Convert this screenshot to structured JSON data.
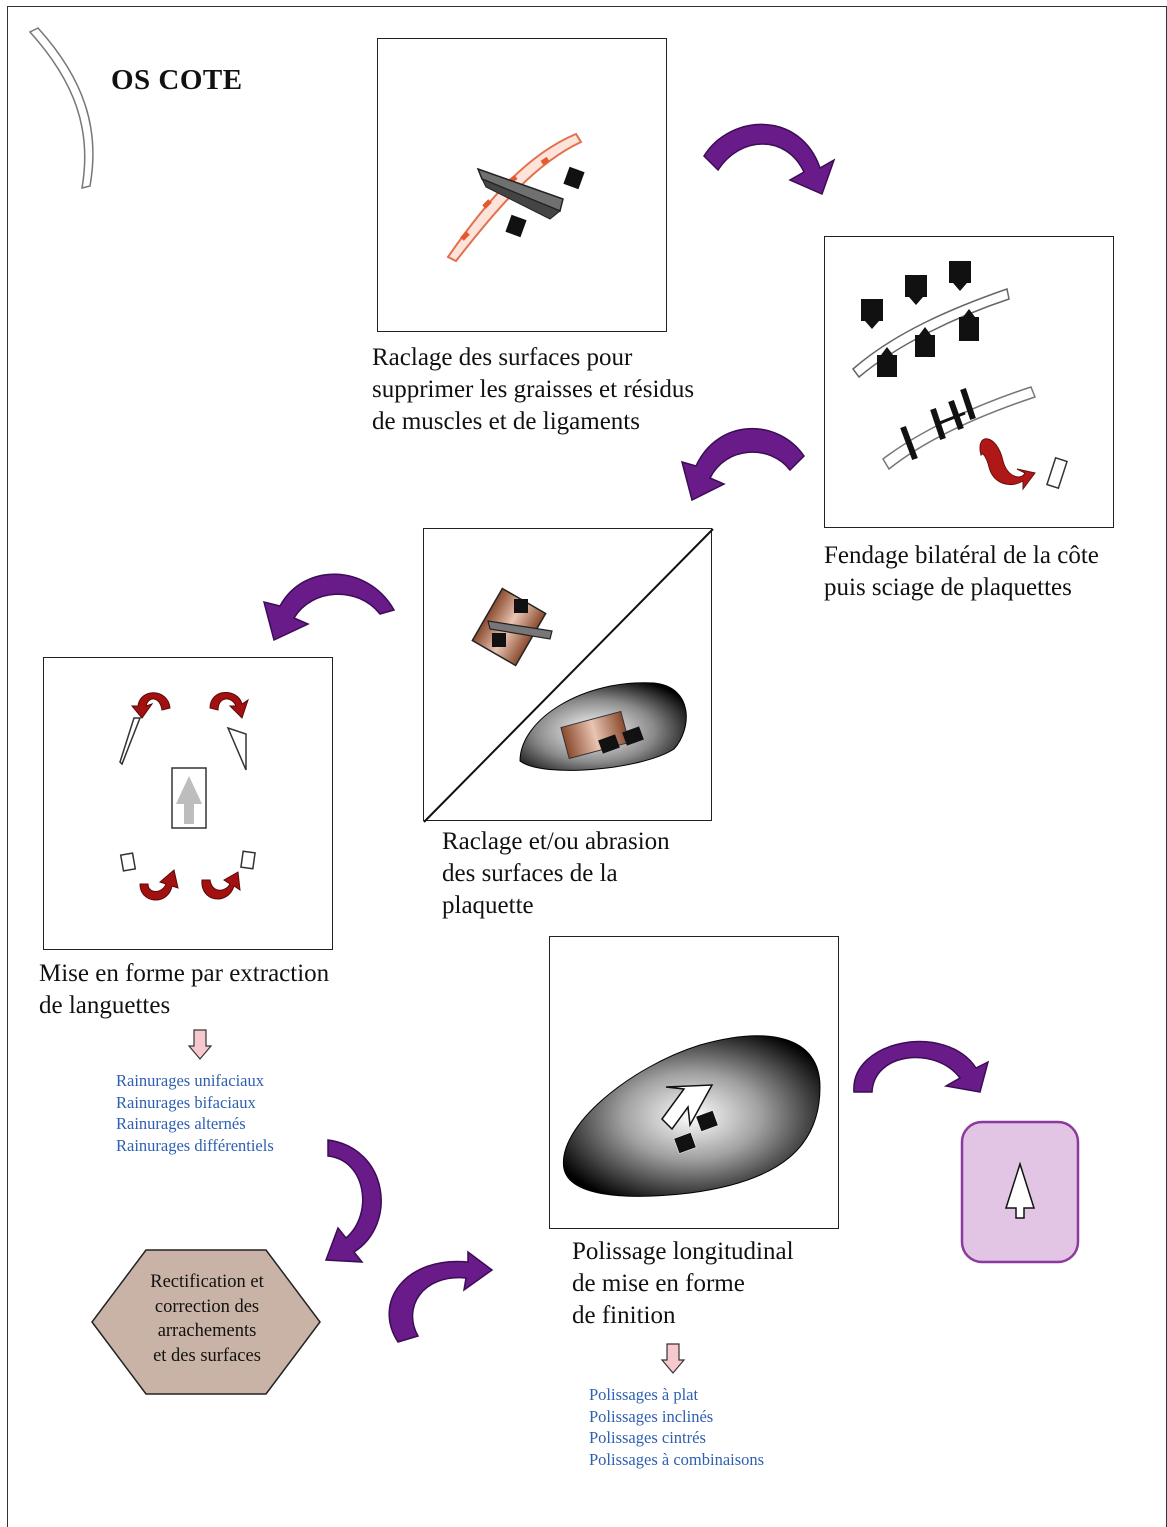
{
  "title": "OS COTE",
  "steps": {
    "raclage_surfaces": [
      "Raclage des surfaces pour",
      "supprimer les graisses et résidus",
      "de muscles et de ligaments"
    ],
    "fendage": [
      "Fendage bilatéral de la côte",
      "puis sciage de plaquettes"
    ],
    "raclage_abrasion": [
      "Raclage et/ou abrasion",
      "des surfaces de la",
      "plaquette"
    ],
    "mise_en_forme": [
      "Mise en forme par extraction",
      "de languettes"
    ],
    "polissage": [
      "Polissage longitudinal",
      "de mise en forme",
      "de finition"
    ]
  },
  "rainurages": [
    "Rainurages unifaciaux",
    "Rainurages bifaciaux",
    "Rainurages alternés",
    "Rainurages différentiels"
  ],
  "polissages": [
    "Polissages à plat",
    "Polissages inclinés",
    "Polissages cintrés",
    "Polissages à combinaisons"
  ],
  "rectification": [
    "Rectification et",
    "correction des",
    "arrachements",
    "et des surfaces"
  ],
  "colors": {
    "flow_arrow": "#6a1b8a",
    "red_arrow": "#a31010",
    "blue_text": "#2e5fb0",
    "hexagon": "#c9b3a6",
    "final_box": "#e2c4e4",
    "final_border": "#8e3a9c",
    "pink_arrow": "#f7c9cf"
  },
  "icons": [
    "rib-bone-icon",
    "scraper-tool-icon",
    "percussion-marker-icon",
    "red-turn-arrow-icon",
    "pink-down-arrow-icon",
    "pointer-arrow-icon"
  ]
}
